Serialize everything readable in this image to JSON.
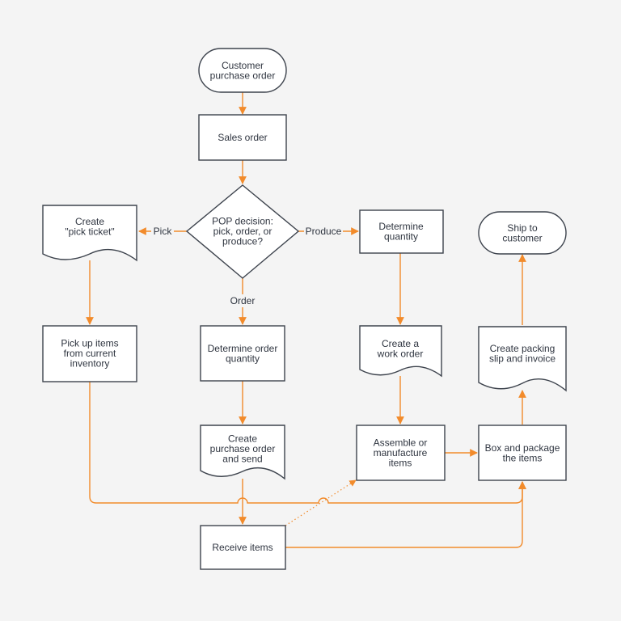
{
  "nodes": {
    "customer_po": [
      "Customer",
      "purchase order"
    ],
    "sales_order": [
      "Sales order"
    ],
    "pop_decision": [
      "POP decision:",
      "pick, order, or",
      "produce?"
    ],
    "pick_ticket": [
      "Create",
      "\"pick ticket\""
    ],
    "pick_up": [
      "Pick up items",
      "from current",
      "inventory"
    ],
    "det_order_qty": [
      "Determine order",
      "quantity"
    ],
    "create_po": [
      "Create",
      "purchase order",
      "and send"
    ],
    "receive": [
      "Receive items"
    ],
    "det_qty": [
      "Determine",
      "quantity"
    ],
    "work_order": [
      "Create a",
      "work order"
    ],
    "assemble": [
      "Assemble or",
      "manufacture",
      "items"
    ],
    "box": [
      "Box and package",
      "the items"
    ],
    "packing": [
      "Create packing",
      "slip and invoice"
    ],
    "ship": [
      "Ship to",
      "customer"
    ]
  },
  "edge_labels": {
    "pick": "Pick",
    "order": "Order",
    "produce": "Produce"
  },
  "colors": {
    "connector": "#f28b2b",
    "shape_stroke": "#3d434d",
    "shape_fill": "#ffffff",
    "background": "#f4f4f4",
    "text": "#2f3540"
  }
}
